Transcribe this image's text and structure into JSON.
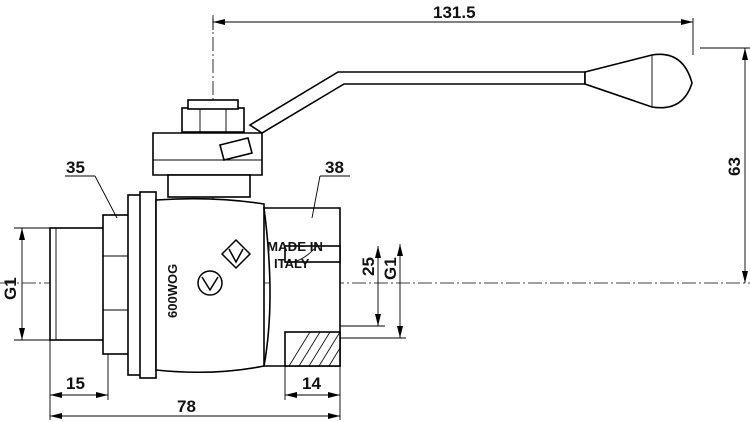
{
  "dimensions": {
    "overall_length_with_handle": "131.5",
    "height_to_handle": "63",
    "inner_dim": "25",
    "thread_right": "G1",
    "thread_left": "G1",
    "male_thread_length": "15",
    "female_thread_length": "14",
    "body_length": "78",
    "leader_left": "35",
    "leader_right": "38"
  },
  "markings": {
    "origin_line_1": "MADE IN",
    "origin_line_2": "ITALY",
    "pressure_rating": "600WOG"
  },
  "icons": {
    "brand_logo": "brand-logo-icon",
    "flow_mark": "flow-mark-icon"
  }
}
